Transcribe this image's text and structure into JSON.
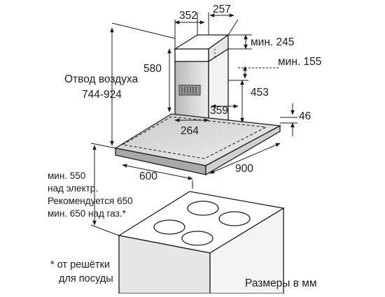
{
  "dimensions": {
    "chimney_width": "352",
    "chimney_depth": "257",
    "min_245": "мин. 245",
    "min_155": "мин. 155",
    "chimney_height": "580",
    "air_outlet_label": "Отвод воздуха",
    "air_outlet_range": "744-924",
    "dim_453": "453",
    "dim_359": "359",
    "dim_264": "264",
    "canopy_height": "46",
    "width_600": "600",
    "width_900": "900"
  },
  "clearance_note": {
    "line1": "мин. 550",
    "line2": "над электр.",
    "line3": "Рекомендуется 650",
    "line4": "мин. 650 над газ.*"
  },
  "footnote": {
    "line1": "* от решётки",
    "line2": "для посуды"
  },
  "units_caption": "Размеры в мм",
  "colors": {
    "line": "#1a1a1a",
    "surface": "#ffffff",
    "shade": "#d9d9d9",
    "dark_shade": "#8a8a8a"
  }
}
